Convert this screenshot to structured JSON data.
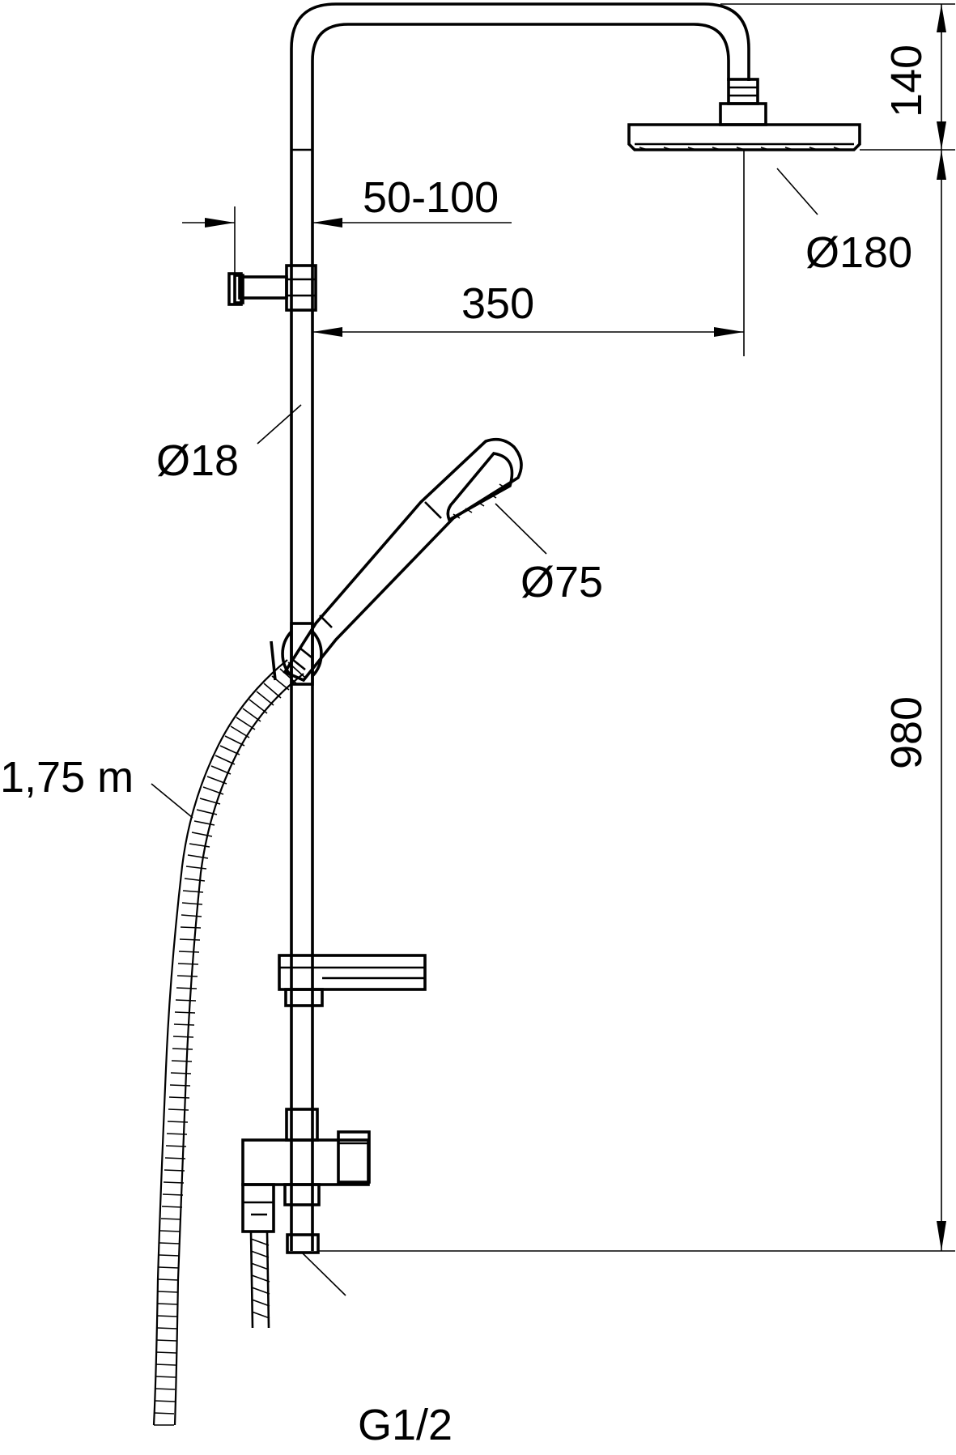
{
  "dimensions": {
    "head_height": "140",
    "head_diameter": "Ø180",
    "arm_projection": "350",
    "bracket_range": "50-100",
    "rail_diameter": "Ø18",
    "hand_shower_diameter": "Ø75",
    "hose_length": "1,75 m",
    "total_height": "980",
    "inlet_thread": "G1/2"
  }
}
